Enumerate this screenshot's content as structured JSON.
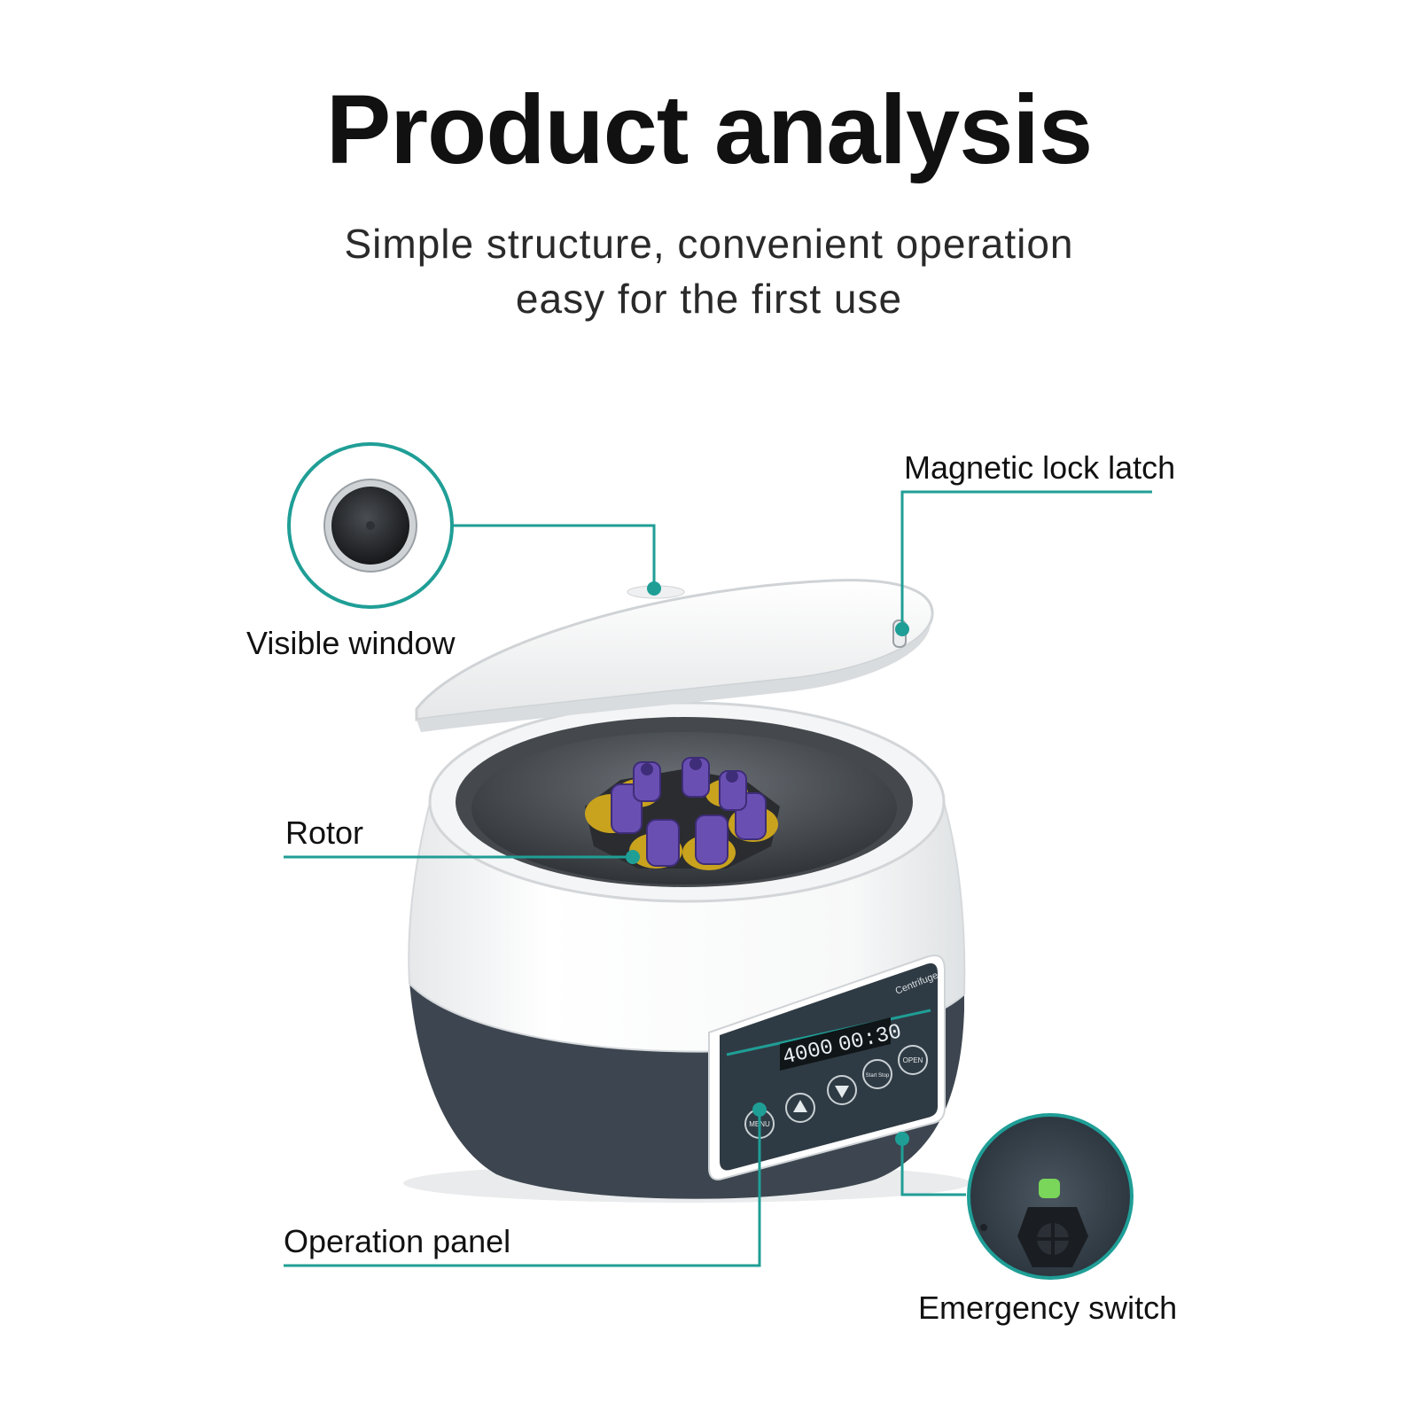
{
  "header": {
    "title": "Product analysis",
    "subtitle_line1": "Simple structure, convenient operation",
    "subtitle_line2": "easy for the first use"
  },
  "callouts": {
    "visible_window": "Visible window",
    "magnetic_lock_latch": "Magnetic lock latch",
    "rotor": "Rotor",
    "operation_panel": "Operation panel",
    "emergency_switch": "Emergency switch"
  },
  "device": {
    "brand_text": "Centrifuge",
    "display_speed": "4000",
    "display_time": "00:30",
    "buttons": {
      "menu": "MENU",
      "start_stop": "Start Stop",
      "open": "OPEN"
    }
  },
  "colors": {
    "accent_teal": "#1f9e96",
    "body_white": "#fbfbfb",
    "base_dark": "#3d4650",
    "panel_dark": "#2f3b44",
    "tube_purple": "#6a4fb3",
    "rotor_yellow": "#c9a21e",
    "switch_green": "#7ad65a"
  }
}
